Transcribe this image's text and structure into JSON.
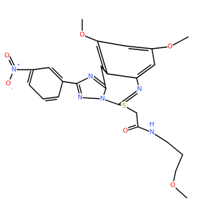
{
  "colors": {
    "background": "#ffffff",
    "bond": "#000000",
    "N": "#3050f8",
    "O": "#ff0d0d",
    "S": "#b8a000"
  },
  "atoms": {
    "o_methoxy1": "O",
    "o_methoxy2": "O",
    "n_ring1": "N",
    "n_ring2": "N",
    "n_ring3": "N",
    "n_ring4": "N",
    "n_nitro": "N",
    "n_nitro_charge": "+",
    "o_nitro_top": "O",
    "o_nitro_bottom": "O",
    "o_nitro_charge": "-",
    "s_thio": "S",
    "o_carbonyl": "O",
    "n_amide": "N",
    "h_amide": "H",
    "o_methoxy3": "O"
  }
}
